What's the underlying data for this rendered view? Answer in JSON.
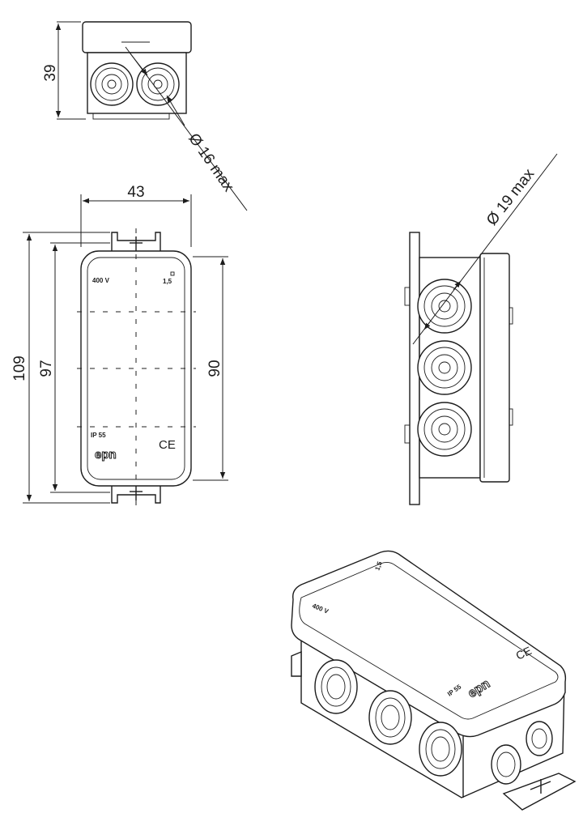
{
  "dimensions": {
    "height_end": "39",
    "diameter_small": "Ø 16 max",
    "width": "43",
    "length_total": "109",
    "length_lid": "97",
    "length_inner": "90",
    "diameter_large": "Ø 19 max"
  },
  "markings": {
    "voltage": "400 V",
    "section": "1,5",
    "ip_rating": "IP 55",
    "ce": "CE",
    "brand": "epn"
  }
}
